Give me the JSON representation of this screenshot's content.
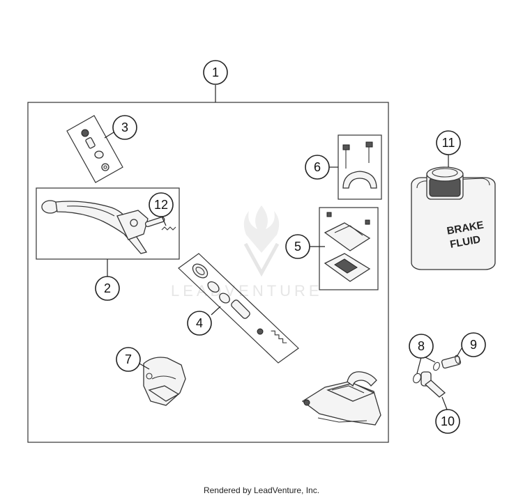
{
  "callouts": {
    "c1": "1",
    "c2": "2",
    "c3": "3",
    "c4": "4",
    "c5": "5",
    "c6": "6",
    "c7": "7",
    "c8": "8",
    "c9": "9",
    "c10": "10",
    "c11": "11",
    "c12": "12"
  },
  "bottle": {
    "line1": "BRAKE",
    "line2": "FLUID"
  },
  "watermark": "LEADVENTURE",
  "footer": "Rendered by LeadVenture, Inc."
}
